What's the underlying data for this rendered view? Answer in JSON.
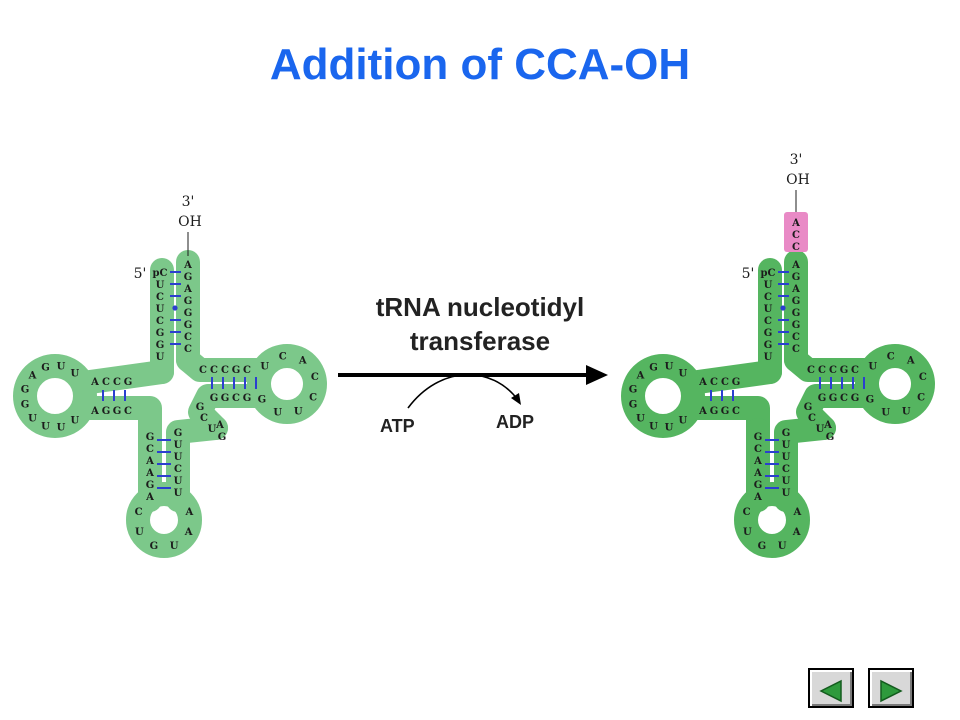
{
  "title": "Addition of CCA-OH",
  "enzyme": {
    "line1": "tRNA nucleotidyl",
    "line2": "transferase"
  },
  "reaction": {
    "input_cofactor": "ATP",
    "output_cofactor": "ADP"
  },
  "precursor": {
    "three_prime_label": "3'",
    "oh_label": "OH",
    "five_prime_label": "5'",
    "acceptor_5p": [
      "pC",
      "U",
      "C",
      "U",
      "C",
      "G",
      "G",
      "U"
    ],
    "acceptor_3p": [
      "A",
      "G",
      "A",
      "G",
      "G",
      "G",
      "C",
      "C"
    ],
    "d_stem_top": [
      "A",
      "C",
      "C",
      "G"
    ],
    "d_stem_bottom": [
      "A",
      "G",
      "G",
      "C"
    ],
    "d_loop": [
      "U",
      "U",
      "G",
      "A",
      "G",
      "G",
      "U",
      "U",
      "U",
      "U"
    ],
    "t_stem_top": [
      "C",
      "C",
      "C",
      "G",
      "C"
    ],
    "t_stem_bottom": [
      "G",
      "G",
      "C",
      "G"
    ],
    "t_loop": [
      "U",
      "C",
      "A",
      "C",
      "C",
      "U",
      "U",
      "G"
    ],
    "variable": [
      "G",
      "C",
      "U",
      "A",
      "G"
    ],
    "anticodon_stem_5p": [
      "G",
      "C",
      "A",
      "A",
      "G",
      "A"
    ],
    "anticodon_stem_3p": [
      "G",
      "U",
      "U",
      "C",
      "U",
      "U"
    ],
    "anticodon_loop": [
      "C",
      "U",
      "G",
      "U",
      "A",
      "A"
    ]
  },
  "product": {
    "three_prime_label": "3'",
    "oh_label": "OH",
    "five_prime_label": "5'",
    "cca": [
      "A",
      "C",
      "C"
    ],
    "cca_color": "#e98ac6",
    "acceptor_5p": [
      "pC",
      "U",
      "C",
      "U",
      "C",
      "G",
      "G",
      "U"
    ],
    "acceptor_3p": [
      "A",
      "G",
      "A",
      "G",
      "G",
      "G",
      "C",
      "C"
    ],
    "d_stem_top": [
      "A",
      "C",
      "C",
      "G"
    ],
    "d_stem_bottom": [
      "A",
      "G",
      "G",
      "C"
    ],
    "d_loop": [
      "U",
      "U",
      "G",
      "A",
      "G",
      "G",
      "U",
      "U",
      "U",
      "U"
    ],
    "t_stem_top": [
      "C",
      "C",
      "C",
      "G",
      "C"
    ],
    "t_stem_bottom": [
      "G",
      "G",
      "C",
      "G"
    ],
    "t_loop": [
      "U",
      "C",
      "A",
      "C",
      "C",
      "U",
      "U",
      "G"
    ],
    "variable": [
      "G",
      "C",
      "U",
      "A",
      "G"
    ],
    "anticodon_stem_5p": [
      "G",
      "C",
      "A",
      "A",
      "G",
      "A"
    ],
    "anticodon_stem_3p": [
      "G",
      "U",
      "U",
      "C",
      "U",
      "U"
    ],
    "anticodon_loop": [
      "C",
      "U",
      "G",
      "U",
      "A",
      "A"
    ]
  },
  "colors": {
    "title": "#1a66ee",
    "precursor_fill": "#7cc88a",
    "product_fill": "#55b560",
    "base_pair": "#2b3fcf"
  },
  "nav": {
    "prev_icon": "triangle-left-icon",
    "next_icon": "triangle-right-icon"
  }
}
